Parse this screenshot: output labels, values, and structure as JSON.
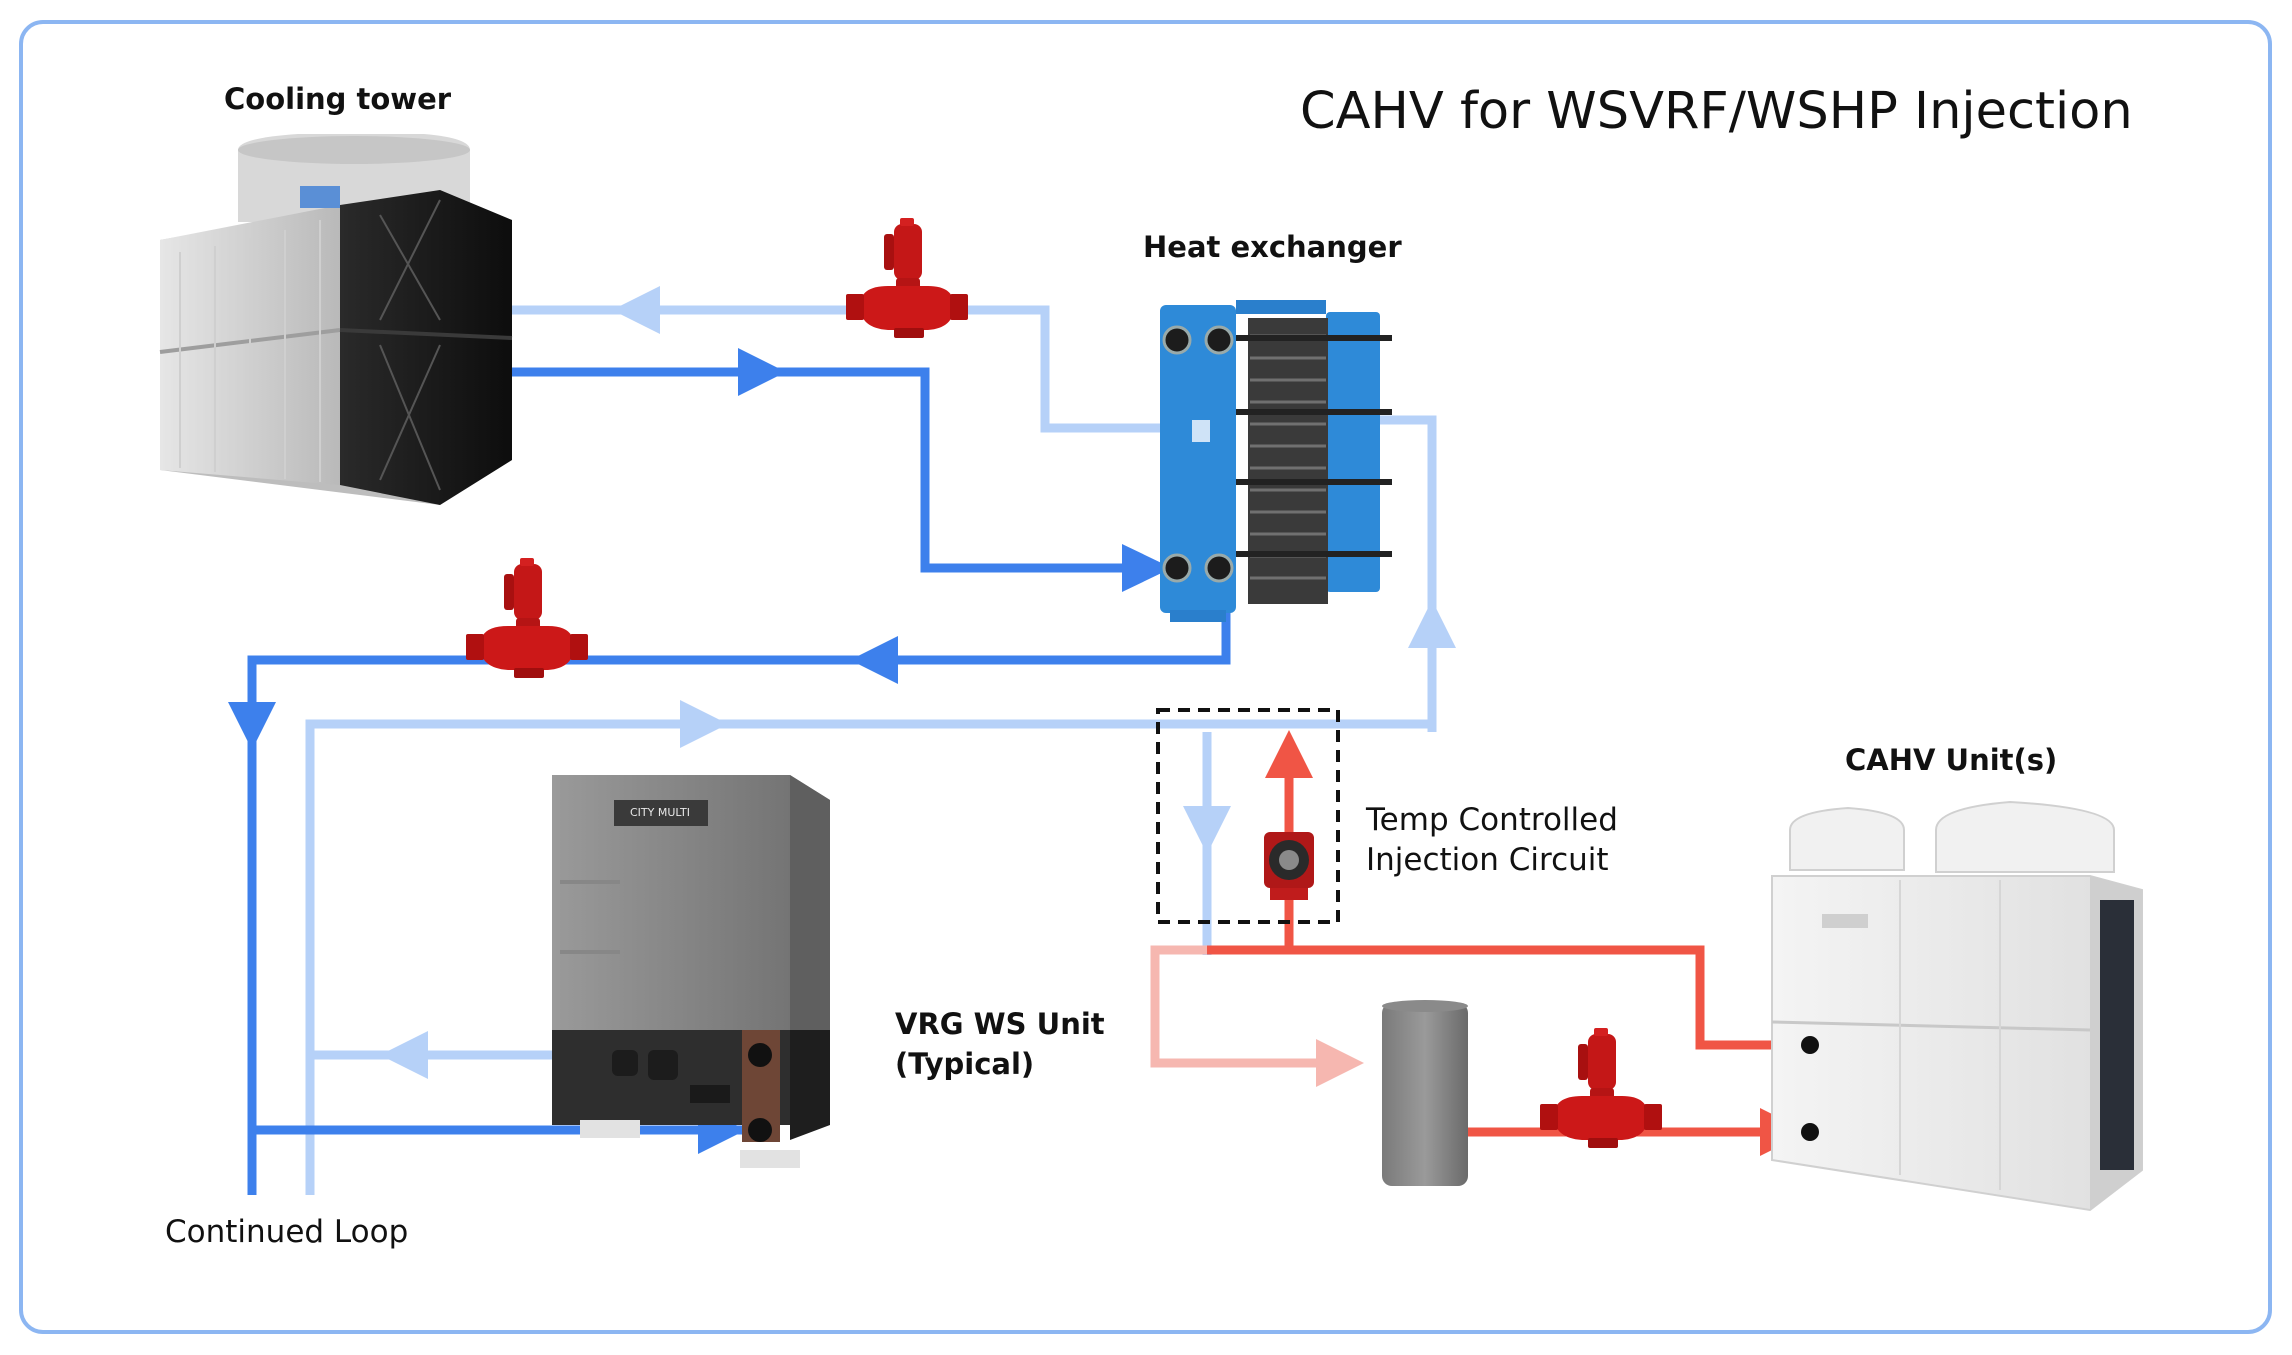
{
  "title": "CAHV for WSVRF/WSHP Injection",
  "labels": {
    "cooling_tower": "Cooling tower",
    "heat_exchanger": "Heat exchanger",
    "cahv_units": "CAHV Unit(s)",
    "vrg_line1": "VRG WS Unit",
    "vrg_line2": "(Typical)",
    "injection_line1": "Temp Controlled",
    "injection_line2": "Injection Circuit",
    "continued_loop": "Continued Loop"
  },
  "equipment_text": {
    "vrg_badge": "CITY MULTI"
  },
  "colors": {
    "frame": "#8cb6f2",
    "dark_blue_pipe": "#3d80ec",
    "light_blue_pipe": "#b6d1f8",
    "red_pipe": "#f05545",
    "pink_pipe": "#f6b7b0",
    "pump_red": "#cc1818",
    "hx_blue": "#2e8ad8"
  }
}
